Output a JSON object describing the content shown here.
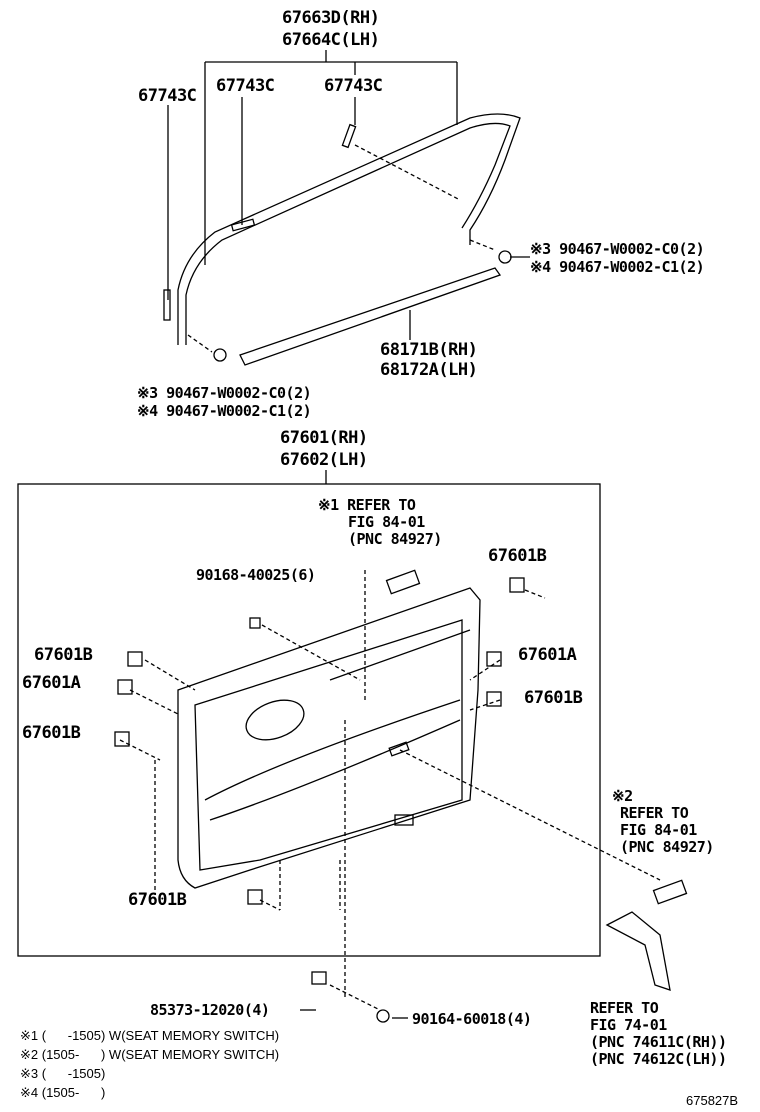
{
  "labels": {
    "weatherstrip_rh": "67663D(RH)",
    "weatherstrip_lh": "67664C(LH)",
    "clip_a": "67743C",
    "clip_b": "67743C",
    "clip_c": "67743C",
    "screw_top_1": "※3 90467-W0002-C0(2)",
    "screw_top_2": "※4 90467-W0002-C1(2)",
    "belt_rh": "68171B(RH)",
    "belt_lh": "68172A(LH)",
    "screw_bot_1": "※3 90467-W0002-C0(2)",
    "screw_bot_2": "※4 90467-W0002-C1(2)",
    "panel_rh": "67601(RH)",
    "panel_lh": "67602(LH)",
    "ref1_a": "※1 REFER TO",
    "ref1_b": "FIG 84-01",
    "ref1_c": "(PNC 84927)",
    "screw_90168": "90168-40025(6)",
    "clip_b_tr": "67601B",
    "clip_b_l1": "67601B",
    "clip_a_l": "67601A",
    "clip_b_l2": "67601B",
    "clip_a_r": "67601A",
    "clip_b_r": "67601B",
    "clip_b_bot": "67601B",
    "ref2_a": "※2",
    "ref2_b": "REFER TO",
    "ref2_c": "FIG 84-01",
    "ref2_d": "(PNC 84927)",
    "part_85373": "85373-12020(4)",
    "screw_90164": "90164-60018(4)",
    "ref3_a": "REFER TO",
    "ref3_b": "FIG 74-01",
    "ref3_c": "(PNC 74611C(RH))",
    "ref3_d": "(PNC 74612C(LH))",
    "figure_id": "675827B"
  },
  "notes": [
    "※1 (      -1505) W(SEAT MEMORY SWITCH)",
    "※2 (1505-      ) W(SEAT MEMORY SWITCH)",
    "※3 (      -1505)",
    "※4 (1505-      )"
  ]
}
